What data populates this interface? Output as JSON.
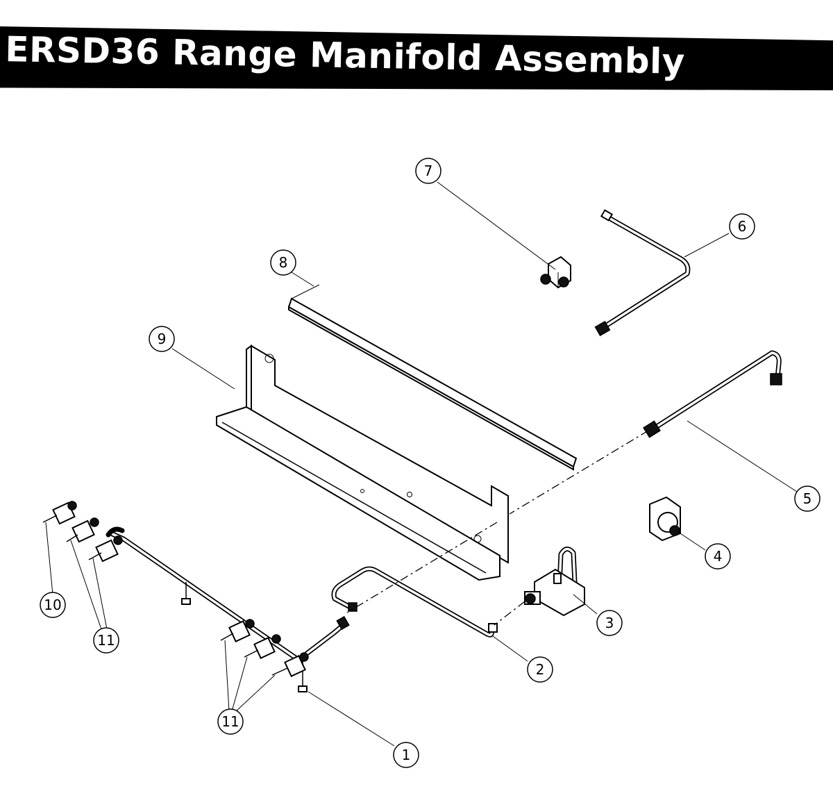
{
  "title": "ERSD36 Range Manifold Assembly",
  "callouts": [
    {
      "id": "c1",
      "label": "1"
    },
    {
      "id": "c2",
      "label": "2"
    },
    {
      "id": "c3",
      "label": "3"
    },
    {
      "id": "c4",
      "label": "4"
    },
    {
      "id": "c5",
      "label": "5"
    },
    {
      "id": "c6",
      "label": "6"
    },
    {
      "id": "c7",
      "label": "7"
    },
    {
      "id": "c8",
      "label": "8"
    },
    {
      "id": "c9",
      "label": "9"
    },
    {
      "id": "c10",
      "label": "10"
    },
    {
      "id": "c11a",
      "label": "11"
    },
    {
      "id": "c11b",
      "label": "11"
    }
  ]
}
